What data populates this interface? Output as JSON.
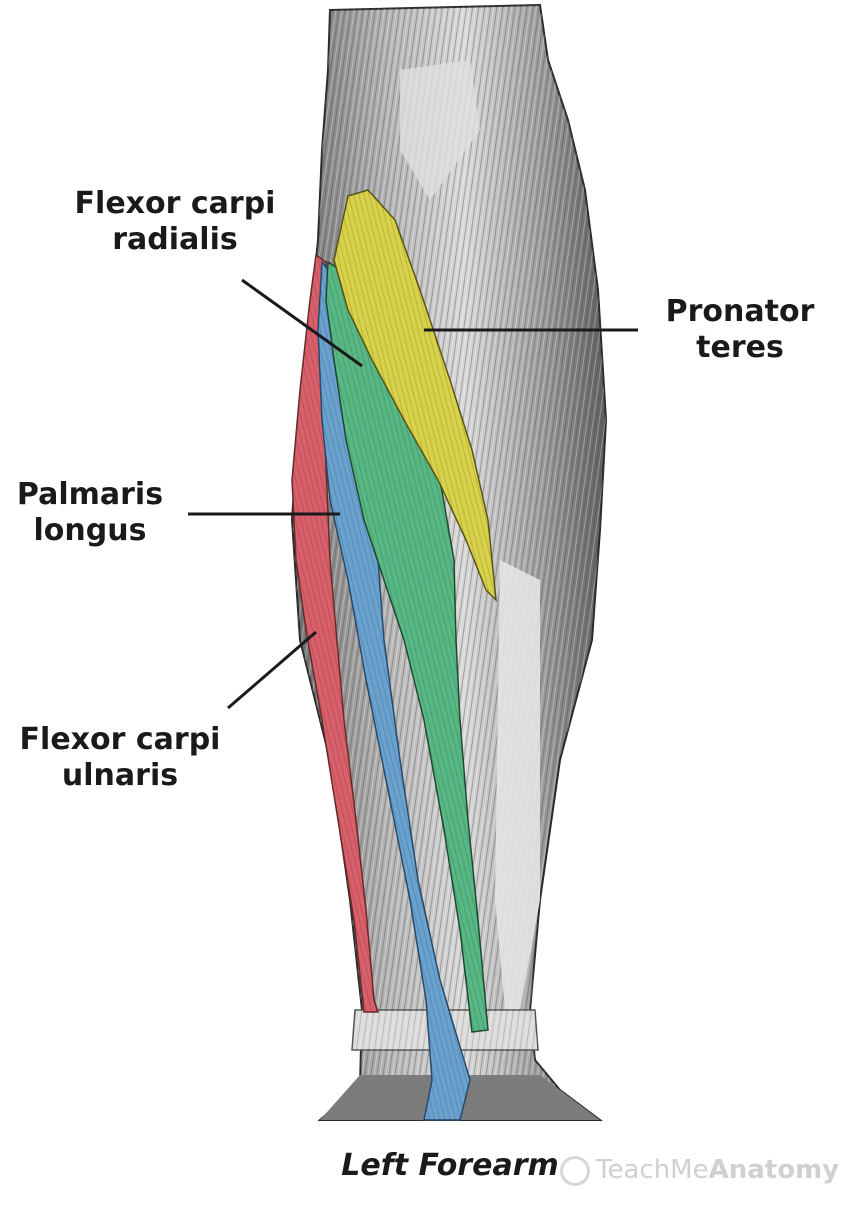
{
  "labels": {
    "flexor_carpi_radialis": [
      "Flexor carpi",
      "radialis"
    ],
    "pronator_teres": [
      "Pronator",
      "teres"
    ],
    "palmaris_longus": [
      "Palmaris",
      "longus"
    ],
    "flexor_carpi_ulnaris": [
      "Flexor carpi",
      "ulnaris"
    ]
  },
  "caption": "Left Forearm",
  "watermark": {
    "part1": "TeachMe",
    "part2": "Anatomy"
  },
  "colors": {
    "flexor_carpi_radialis": "#57b884",
    "pronator_teres": "#d8d24a",
    "palmaris_longus": "#6aa2cf",
    "flexor_carpi_ulnaris": "#d9606a",
    "muscle_base": "#8a8a8a",
    "line": "#1a1a1a"
  }
}
